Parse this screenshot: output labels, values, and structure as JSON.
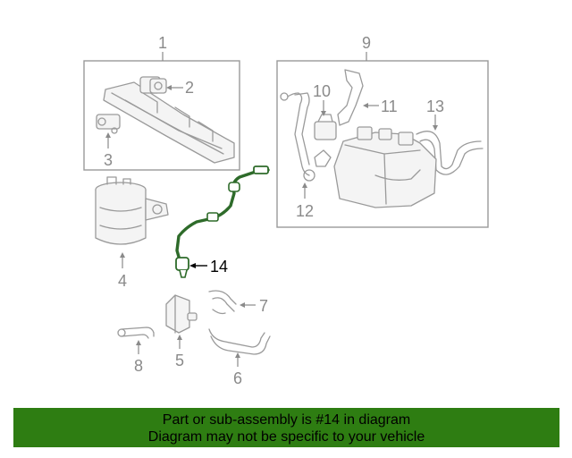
{
  "callouts": {
    "c1": "1",
    "c2": "2",
    "c3": "3",
    "c4": "4",
    "c5": "5",
    "c6": "6",
    "c7": "7",
    "c8": "8",
    "c9": "9",
    "c10": "10",
    "c11": "11",
    "c12": "12",
    "c13": "13",
    "c14": "14"
  },
  "highlighted_part": "14",
  "colors": {
    "highlight_part": "#2e6b2a",
    "banner_background": "#2e7d12",
    "line_art": "#9a9a9a"
  },
  "banner": {
    "line1": "Part or sub-assembly is #14 in diagram",
    "line2": "Diagram may not be specific to your vehicle"
  }
}
